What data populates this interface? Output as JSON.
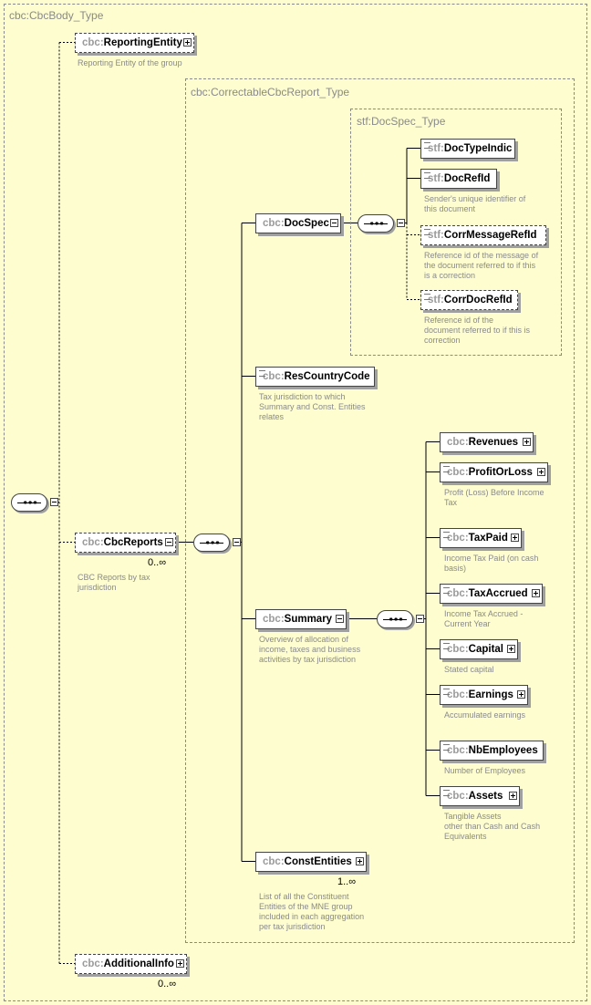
{
  "root": {
    "label": "cbc:CbcBody_Type"
  },
  "groups": {
    "correctable": {
      "label": "cbc:CorrectableCbcReport_Type"
    },
    "docspec_type": {
      "label": "stf:DocSpec_Type"
    }
  },
  "nodes": {
    "reporting_entity": {
      "prefix": "cbc:",
      "name": "ReportingEntity",
      "desc": [
        "Reporting Entity of the group"
      ]
    },
    "cbc_reports": {
      "prefix": "cbc:",
      "name": "CbcReports",
      "cardinality": "0..∞",
      "desc": [
        "CBC Reports by tax",
        "jurisdiction"
      ]
    },
    "additional_info": {
      "prefix": "cbc:",
      "name": "AdditionalInfo",
      "cardinality": "0..∞"
    },
    "doc_spec": {
      "prefix": "cbc:",
      "name": "DocSpec"
    },
    "res_country_code": {
      "prefix": "cbc:",
      "name": "ResCountryCode",
      "desc": [
        "Tax jurisdiction to which",
        "Summary and Const. Entities",
        "relates"
      ]
    },
    "summary": {
      "prefix": "cbc:",
      "name": "Summary",
      "desc": [
        "Overview of allocation of",
        "income, taxes and business",
        "activities by tax jurisdiction"
      ]
    },
    "const_entities": {
      "prefix": "cbc:",
      "name": "ConstEntities",
      "cardinality": "1..∞",
      "desc": [
        "List of all the Constituent",
        "Entities of the MNE group",
        "included in each aggregation",
        "per tax jurisdiction"
      ]
    },
    "doc_type_indic": {
      "prefix": "stf:",
      "name": "DocTypeIndic"
    },
    "doc_ref_id": {
      "prefix": "stf:",
      "name": "DocRefId",
      "desc": [
        "Sender's unique identifier of",
        "this document"
      ]
    },
    "corr_message_ref_id": {
      "prefix": "stf:",
      "name": "CorrMessageRefId",
      "desc": [
        "Reference id of the message of",
        "the document referred to if this",
        "is a correction"
      ]
    },
    "corr_doc_ref_id": {
      "prefix": "stf:",
      "name": "CorrDocRefId",
      "desc": [
        "Reference id of the",
        "document referred to if this is",
        "correction"
      ]
    },
    "revenues": {
      "prefix": "cbc:",
      "name": "Revenues"
    },
    "profit_or_loss": {
      "prefix": "cbc:",
      "name": "ProfitOrLoss",
      "desc": [
        "Profit (Loss) Before Income",
        "Tax"
      ]
    },
    "tax_paid": {
      "prefix": "cbc:",
      "name": "TaxPaid",
      "desc": [
        "Income Tax Paid (on cash",
        "basis)"
      ]
    },
    "tax_accrued": {
      "prefix": "cbc:",
      "name": "TaxAccrued",
      "desc": [
        "Income Tax Accrued -",
        "Current Year"
      ]
    },
    "capital": {
      "prefix": "cbc:",
      "name": "Capital",
      "desc": [
        "Stated capital"
      ]
    },
    "earnings": {
      "prefix": "cbc:",
      "name": "Earnings",
      "desc": [
        "Accumulated earnings"
      ]
    },
    "nb_employees": {
      "prefix": "cbc:",
      "name": "NbEmployees",
      "desc": [
        "Number of Employees"
      ]
    },
    "assets": {
      "prefix": "cbc:",
      "name": "Assets",
      "desc": [
        "Tangible Assets",
        "other than Cash and Cash",
        "Equivalents"
      ]
    }
  }
}
